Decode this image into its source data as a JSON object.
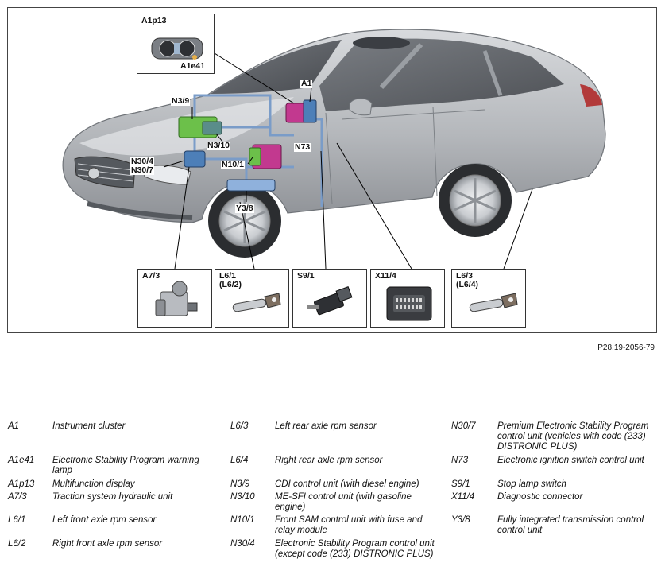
{
  "figure_ref": "P28.19-2056-79",
  "callouts": {
    "a1": "A1",
    "n39": "N3/9",
    "n310": "N3/10",
    "n73": "N73",
    "n304": "N30/4",
    "n307": "N30/7",
    "n101": "N10/1",
    "y38": "Y3/8"
  },
  "top_box": {
    "label1": "A1p13",
    "label2": "A1e41"
  },
  "boxes": [
    {
      "label": "A7/3"
    },
    {
      "label": "L6/1\n(L6/2)"
    },
    {
      "label": "S9/1"
    },
    {
      "label": "X11/4"
    },
    {
      "label": "L6/3\n(L6/4)"
    }
  ],
  "legend": [
    {
      "code": "A1",
      "desc": "Instrument cluster"
    },
    {
      "code": "A1e41",
      "desc": "Electronic Stability Program warning lamp"
    },
    {
      "code": "A1p13",
      "desc": "Multifunction display"
    },
    {
      "code": "A7/3",
      "desc": "Traction system hydraulic unit"
    },
    {
      "code": "L6/1",
      "desc": "Left front axle rpm sensor"
    },
    {
      "code": "L6/2",
      "desc": "Right front axle rpm sensor"
    },
    {
      "code": "L6/3",
      "desc": "Left rear axle rpm sensor"
    },
    {
      "code": "L6/4",
      "desc": "Right rear axle rpm sensor"
    },
    {
      "code": "N3/9",
      "desc": "CDI control unit (with diesel engine)"
    },
    {
      "code": "N3/10",
      "desc": "ME-SFI control unit (with gasoline engine)"
    },
    {
      "code": "N10/1",
      "desc": "Front SAM control unit with fuse and relay module"
    },
    {
      "code": "N30/4",
      "desc": "Electronic Stability Program control unit (except code (233) DISTRONIC PLUS)"
    },
    {
      "code": "N30/7",
      "desc": "Premium Electronic Stability Program control unit (vehicles with code (233) DISTRONIC PLUS)"
    },
    {
      "code": "N73",
      "desc": "Electronic ignition switch control unit"
    },
    {
      "code": "S9/1",
      "desc": "Stop lamp switch"
    },
    {
      "code": "X11/4",
      "desc": "Diagnostic connector"
    },
    {
      "code": "Y3/8",
      "desc": "Fully integrated transmission control control unit"
    }
  ],
  "colors": {
    "body_paint": "#b4b7bb",
    "window_glass": "#4a4d52",
    "component_green": "#6cc04a",
    "component_magenta": "#c2398f",
    "component_blue": "#4d7fb8",
    "wiring_blue": "#7a9cc8"
  }
}
